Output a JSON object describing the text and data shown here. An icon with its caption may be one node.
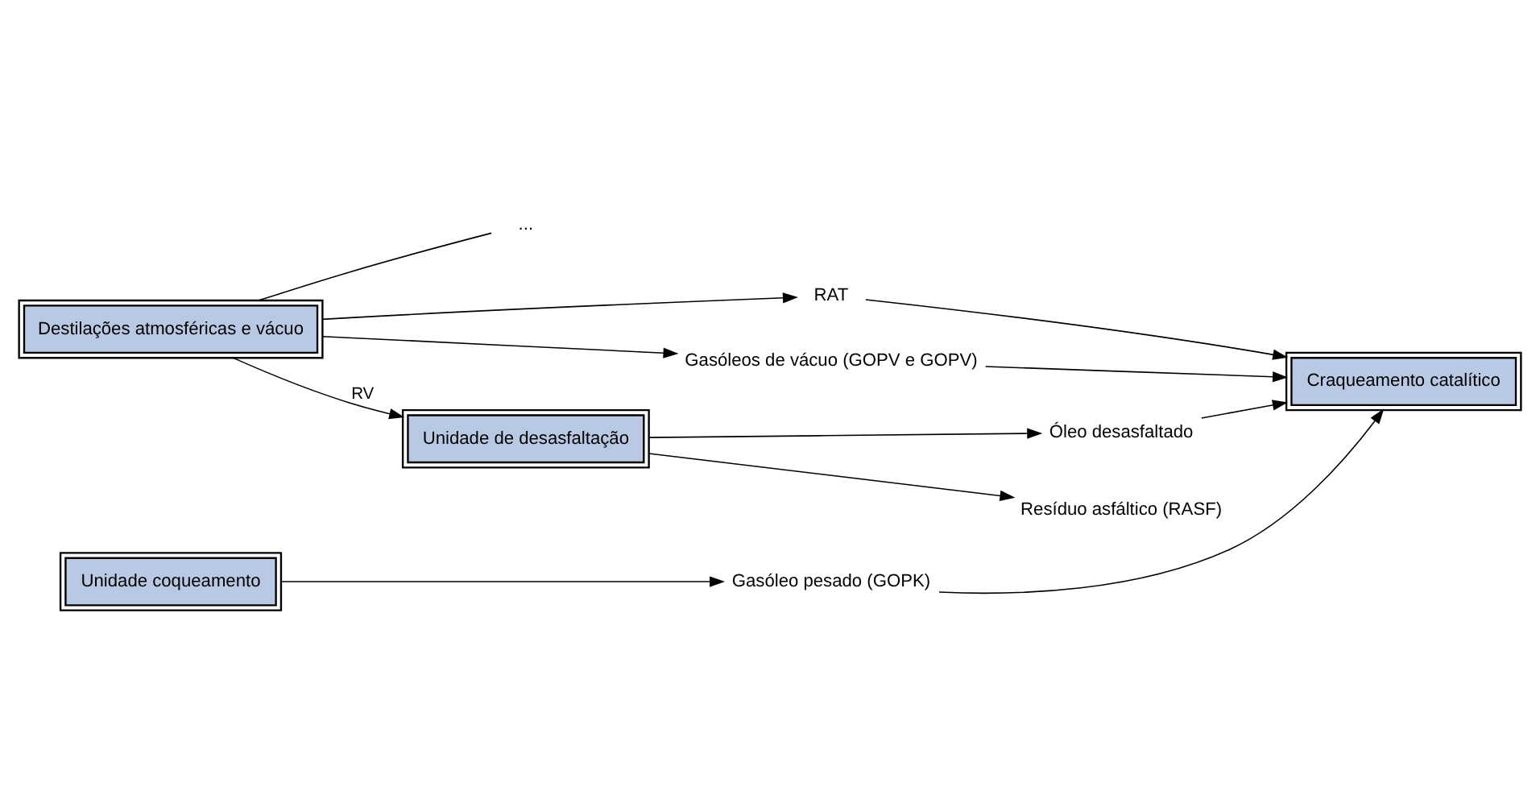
{
  "diagram": {
    "nodes": [
      {
        "text": [
          "Destilações atmosféricas e vácuo"
        ]
      },
      {
        "text": [
          "..."
        ]
      },
      {
        "text": [
          "RAT"
        ]
      },
      {
        "text": [
          "Craqueamento catalítico"
        ]
      },
      {
        "text": [
          "Gasóleos de vácuo (GOPV e GOPV)"
        ]
      },
      {
        "text": [
          "Unidade de desasfaltação"
        ]
      },
      {
        "text": [
          "Óleo desasfaltado"
        ]
      },
      {
        "text": [
          "Unidade coqueamento"
        ]
      },
      {
        "text": [
          "Resíduo asfáltico (RASF)"
        ]
      },
      {
        "text": [
          "Gasóleo pesado (GOPK)"
        ]
      }
    ],
    "edges": [
      {
        "from": 0,
        "to": 1,
        "arrow": "none"
      },
      {
        "from": 0,
        "to": 2,
        "arrow": "to"
      },
      {
        "from": 2,
        "to": 3,
        "arrow": "to"
      },
      {
        "from": 0,
        "to": 4,
        "arrow": "to"
      },
      {
        "from": 4,
        "to": 3,
        "arrow": "to"
      },
      {
        "from": 0,
        "to": 5,
        "arrow": "to",
        "label": "RV"
      },
      {
        "from": 5,
        "to": 6,
        "arrow": "to"
      },
      {
        "from": 6,
        "to": 3,
        "arrow": "to"
      },
      {
        "from": 5,
        "to": 8,
        "arrow": "to"
      },
      {
        "from": 7,
        "to": 9,
        "arrow": "to"
      },
      {
        "from": 9,
        "to": 3,
        "arrow": "to"
      }
    ]
  }
}
